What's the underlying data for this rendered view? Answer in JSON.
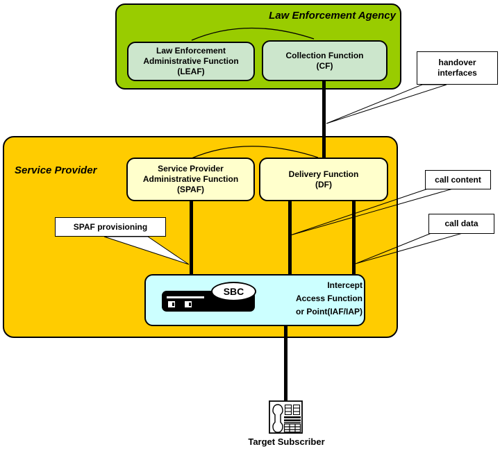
{
  "law_enforcement_agency": {
    "title": "Law Enforcement Agency",
    "leaf_label": "Law Enforcement\nAdministrative Function\n(LEAF)",
    "cf_label": "Collection Function\n(CF)"
  },
  "service_provider": {
    "title": "Service Provider",
    "spaf_label": "Service Provider\nAdministrative Function\n(SPAF)",
    "df_label": "Delivery Function\n(DF)"
  },
  "intercept_access": {
    "device_label": "SBC",
    "label": "Intercept\nAccess Function\nor Point(IAF/IAP)"
  },
  "callouts": {
    "handover": "handover\ninterfaces",
    "spaf_provisioning": "SPAF provisioning",
    "call_content": "call content",
    "call_data": "call data"
  },
  "target_subscriber": {
    "label": "Target Subscriber"
  },
  "colors": {
    "lea_fill": "#99CC00",
    "lea_inner_fill": "#CCE6CC",
    "sp_fill": "#FFCC00",
    "sp_inner_fill": "#FFFFCC",
    "iaf_fill": "#CCFFFF",
    "line": "#000000",
    "callout_fill": "#FFFFFF"
  }
}
